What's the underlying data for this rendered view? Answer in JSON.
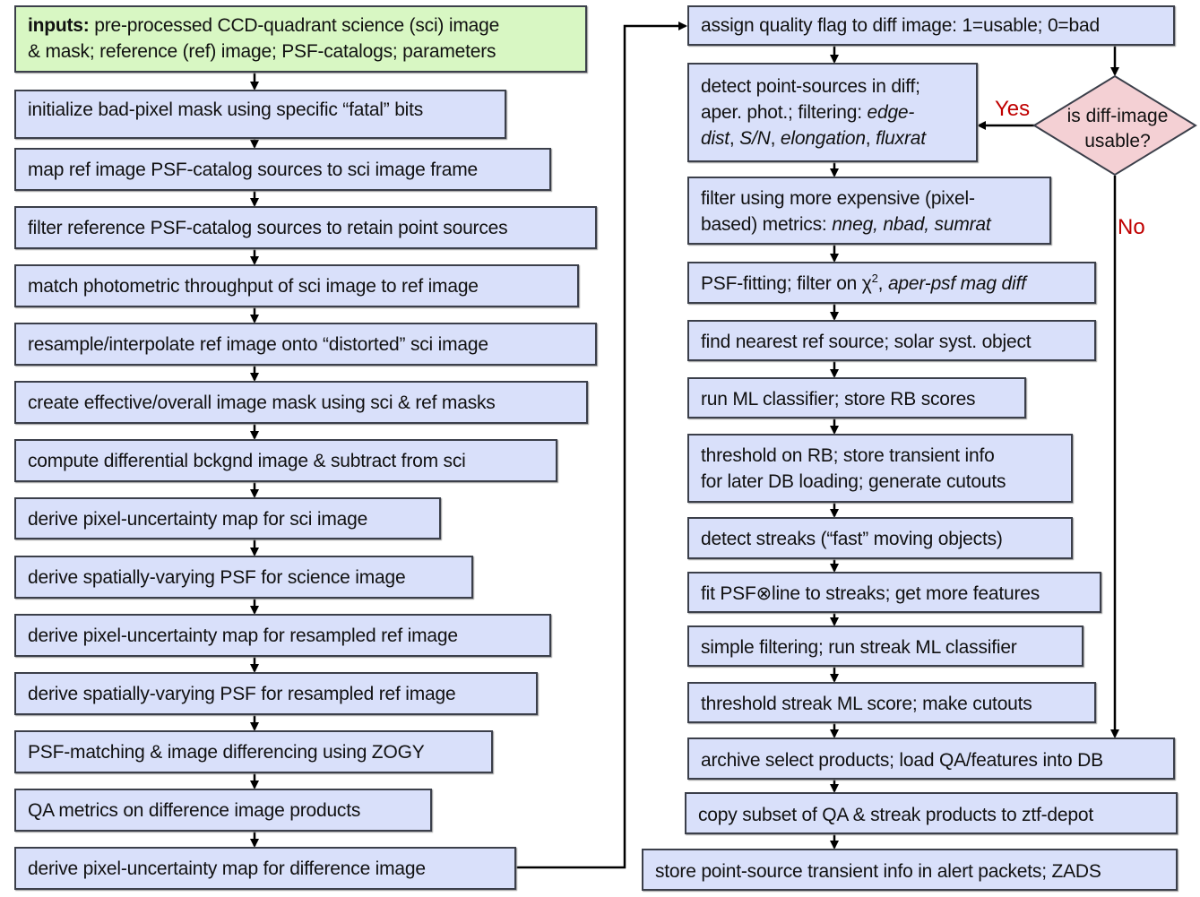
{
  "left_column": [
    {
      "id": "inputs",
      "bold": "inputs:",
      "text": " pre-processed CCD-quadrant science (sci) image",
      "text2": "& mask;  reference (ref) image; PSF-catalogs; parameters"
    },
    {
      "id": "init-mask",
      "text": "initialize bad-pixel mask using specific “fatal” bits"
    },
    {
      "id": "map-ref",
      "text": "map ref image PSF-catalog sources to sci image frame"
    },
    {
      "id": "filter-ref",
      "text": "filter reference PSF-catalog sources to retain point sources"
    },
    {
      "id": "match-phot",
      "text": "match photometric throughput of sci image to ref image"
    },
    {
      "id": "resample",
      "text": "resample/interpolate ref image onto “distorted” sci image"
    },
    {
      "id": "create-mask",
      "text": "create effective/overall image mask using sci & ref masks"
    },
    {
      "id": "bckgnd",
      "text": "compute differential bckgnd image & subtract from sci"
    },
    {
      "id": "unc-sci",
      "text": "derive pixel-uncertainty map for sci image"
    },
    {
      "id": "psf-sci",
      "text": "derive spatially-varying PSF for science image"
    },
    {
      "id": "unc-ref",
      "text": "derive pixel-uncertainty map for resampled ref image"
    },
    {
      "id": "psf-ref",
      "text": "derive spatially-varying PSF for resampled ref image"
    },
    {
      "id": "zogy",
      "text": "PSF-matching & image differencing using ZOGY"
    },
    {
      "id": "qa",
      "text": "QA metrics on difference image products"
    },
    {
      "id": "unc-diff",
      "text": "derive pixel-uncertainty map for difference image"
    }
  ],
  "right_column": {
    "quality_flag": "assign quality flag to diff image: 1=usable; 0=bad",
    "detect": {
      "line1": "detect point-sources in diff;",
      "line2a": "aper. phot.; filtering: ",
      "line2b": "edge-",
      "line3a": "dist",
      "line3b": ", ",
      "line3c": "S/N",
      "line3d": ", ",
      "line3e": "elongation",
      "line3f": ", ",
      "line3g": "fluxrat"
    },
    "filter_exp": {
      "line1": "filter using more expensive (pixel-",
      "line2a": "based) metrics: ",
      "line2b": "nneg, nbad, sumrat"
    },
    "psf_fit": {
      "a": "PSF-fitting; filter on χ",
      "sup": "2",
      "b": ", ",
      "c": "aper-psf mag diff"
    },
    "steps": [
      "find nearest ref source; solar syst. object",
      "run ML classifier; store RB scores"
    ],
    "threshold_rb": {
      "line1": "threshold on RB; store transient info",
      "line2": "for later DB loading; generate cutouts"
    },
    "steps2": [
      "detect streaks (“fast” moving objects)",
      "fit PSF⊗line to streaks; get more features",
      "simple filtering; run streak ML classifier",
      "threshold streak ML score; make cutouts",
      "archive select products; load QA/features into DB",
      "copy subset of QA & streak products to ztf-depot",
      "store point-source transient info in alert packets; ZADS"
    ],
    "decision": {
      "line1": "is diff-image",
      "line2": "usable?",
      "yes": "Yes",
      "no": "No"
    }
  },
  "colors": {
    "process": "#d9e0fa",
    "input": "#d8f7c3",
    "decision": "#f4d0d4",
    "label": "#c00000"
  }
}
